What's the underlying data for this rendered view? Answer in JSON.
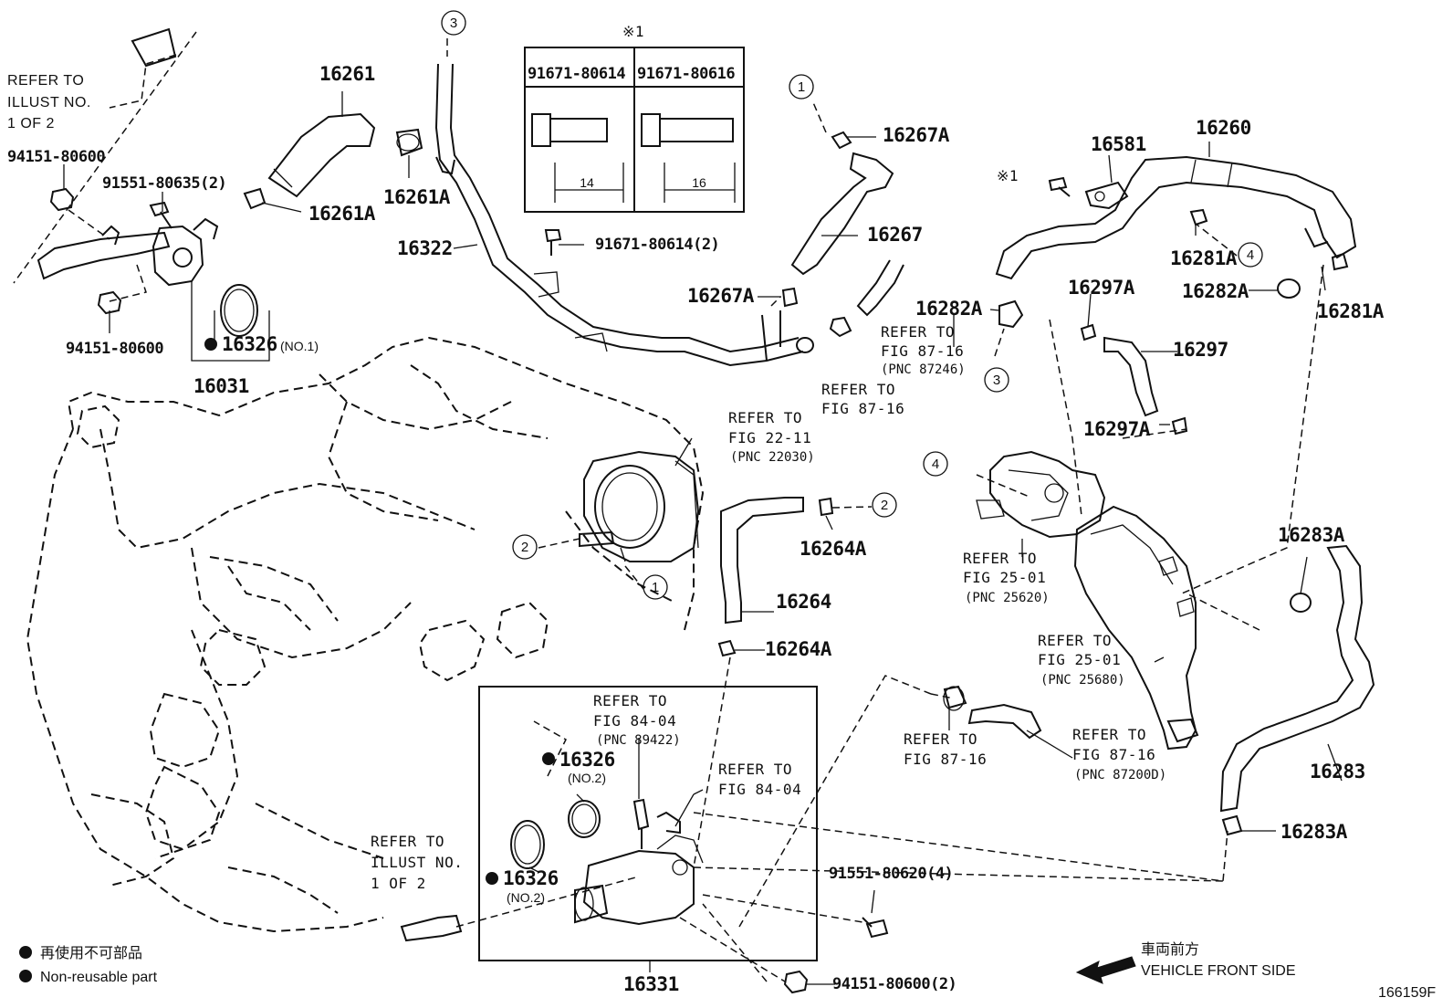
{
  "diagram": {
    "figure_code": "166159F",
    "footnote_mark": "※1",
    "legend": {
      "jp": "再使用不可部品",
      "en": "Non-reusable part"
    },
    "front_side": {
      "jp": "車両前方",
      "en": "VEHICLE FRONT SIDE"
    },
    "bolt_table": {
      "col1": "91671-80614",
      "col2": "91671-80616",
      "len1": "14",
      "len2": "16"
    },
    "part_labels": {
      "p16261": "16261",
      "p16261A": "16261A",
      "p16261A_b": "16261A",
      "p16322": "16322",
      "p16267A_top": "16267A",
      "p16267": "16267",
      "p16267A_low": "16267A",
      "p16282A_left": "16282A",
      "p16581": "16581",
      "p16260": "16260",
      "p16281A_top": "16281A",
      "p16282A_right": "16282A",
      "p16281A_right": "16281A",
      "p16297A_top": "16297A",
      "p16297": "16297",
      "p16297A_low": "16297A",
      "p16031": "16031",
      "p16326_top": "16326",
      "p16326_top_note": "(NO.1)",
      "p16264A_top": "16264A",
      "p16264": "16264",
      "p16264A_low": "16264A",
      "p16283A_top": "16283A",
      "p16283": "16283",
      "p16283A_low": "16283A",
      "p16326_mid": "16326",
      "p16326_mid_note": "(NO.2)",
      "p16326_low": "16326",
      "p16326_low_note": "(NO.2)",
      "p16331": "16331",
      "b94151_top": "94151-80600",
      "b91551_top": "91551-80635(2)",
      "b94151_mid": "94151-80600",
      "b91671": "91671-80614(2)",
      "b91551_low": "91551-80620(4)",
      "b94151_low": "94151-80600(2)"
    },
    "refs": {
      "r_illust1": [
        "REFER TO",
        "ILLUST NO.",
        "1 OF 2"
      ],
      "r_illust2": [
        "REFER TO",
        "ILLUST NO.",
        "1 OF 2"
      ],
      "r_8716_a": [
        "REFER TO",
        "FIG 87-16",
        "(PNC 87246)"
      ],
      "r_8716_b": [
        "REFER TO",
        "FIG 87-16"
      ],
      "r_2211": [
        "REFER TO",
        "FIG 22-11",
        "(PNC 22030)"
      ],
      "r_2501_a": [
        "REFER TO",
        "FIG 25-01",
        "(PNC 25620)"
      ],
      "r_2501_b": [
        "REFER TO",
        "FIG 25-01",
        "(PNC 25680)"
      ],
      "r_8404_a": [
        "REFER TO",
        "FIG 84-04",
        "(PNC 89422)"
      ],
      "r_8404_b": [
        "REFER TO",
        "FIG 84-04"
      ],
      "r_8716_c": [
        "REFER TO",
        "FIG 87-16"
      ],
      "r_8716_d": [
        "REFER TO",
        "FIG 87-16",
        "(PNC 87200D)"
      ]
    },
    "callouts": {
      "c1": "1",
      "c2": "2",
      "c3": "3",
      "c4": "4"
    }
  }
}
